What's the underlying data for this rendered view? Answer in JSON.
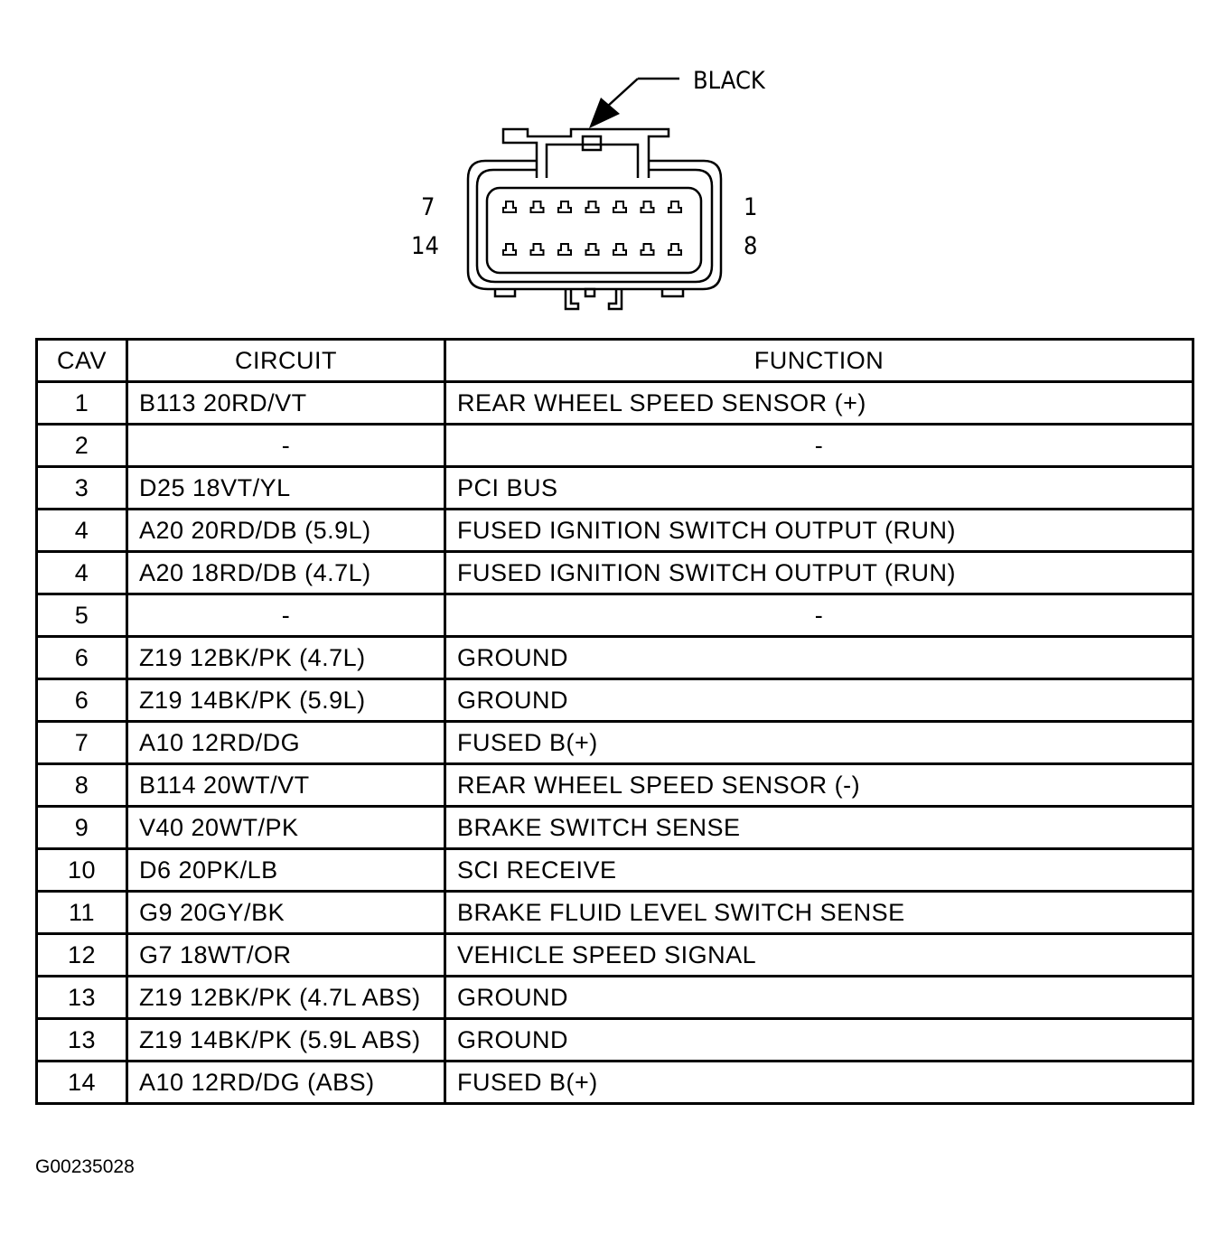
{
  "connector": {
    "color_label": "BLACK",
    "cavity_labels": {
      "top_left": "7",
      "top_right": "1",
      "bottom_left": "14",
      "bottom_right": "8"
    },
    "pins_per_row": 7,
    "rows": 2
  },
  "table": {
    "headers": {
      "cav": "CAV",
      "circuit": "CIRCUIT",
      "function": "FUNCTION"
    },
    "rows": [
      {
        "cav": "1",
        "circuit": "B113 20RD/VT",
        "function": "REAR WHEEL SPEED SENSOR (+)"
      },
      {
        "cav": "2",
        "circuit": "-",
        "function": "-"
      },
      {
        "cav": "3",
        "circuit": "D25 18VT/YL",
        "function": "PCI BUS"
      },
      {
        "cav": "4",
        "circuit": "A20 20RD/DB (5.9L)",
        "function": "FUSED IGNITION SWITCH OUTPUT (RUN)"
      },
      {
        "cav": "4",
        "circuit": "A20 18RD/DB (4.7L)",
        "function": "FUSED IGNITION SWITCH OUTPUT (RUN)"
      },
      {
        "cav": "5",
        "circuit": "-",
        "function": "-"
      },
      {
        "cav": "6",
        "circuit": "Z19 12BK/PK (4.7L)",
        "function": "GROUND"
      },
      {
        "cav": "6",
        "circuit": "Z19 14BK/PK (5.9L)",
        "function": "GROUND"
      },
      {
        "cav": "7",
        "circuit": "A10 12RD/DG",
        "function": "FUSED B(+)"
      },
      {
        "cav": "8",
        "circuit": "B114 20WT/VT",
        "function": "REAR WHEEL SPEED SENSOR (-)"
      },
      {
        "cav": "9",
        "circuit": "V40 20WT/PK",
        "function": "BRAKE SWITCH SENSE"
      },
      {
        "cav": "10",
        "circuit": "D6 20PK/LB",
        "function": "SCI RECEIVE"
      },
      {
        "cav": "11",
        "circuit": "G9 20GY/BK",
        "function": "BRAKE FLUID LEVEL SWITCH SENSE"
      },
      {
        "cav": "12",
        "circuit": "G7 18WT/OR",
        "function": "VEHICLE SPEED SIGNAL"
      },
      {
        "cav": "13",
        "circuit": "Z19 12BK/PK (4.7L ABS)",
        "function": "GROUND"
      },
      {
        "cav": "13",
        "circuit": "Z19 14BK/PK (5.9L ABS)",
        "function": "GROUND"
      },
      {
        "cav": "14",
        "circuit": "A10 12RD/DG (ABS)",
        "function": "FUSED B(+)"
      }
    ]
  },
  "figure_id": "G00235028"
}
